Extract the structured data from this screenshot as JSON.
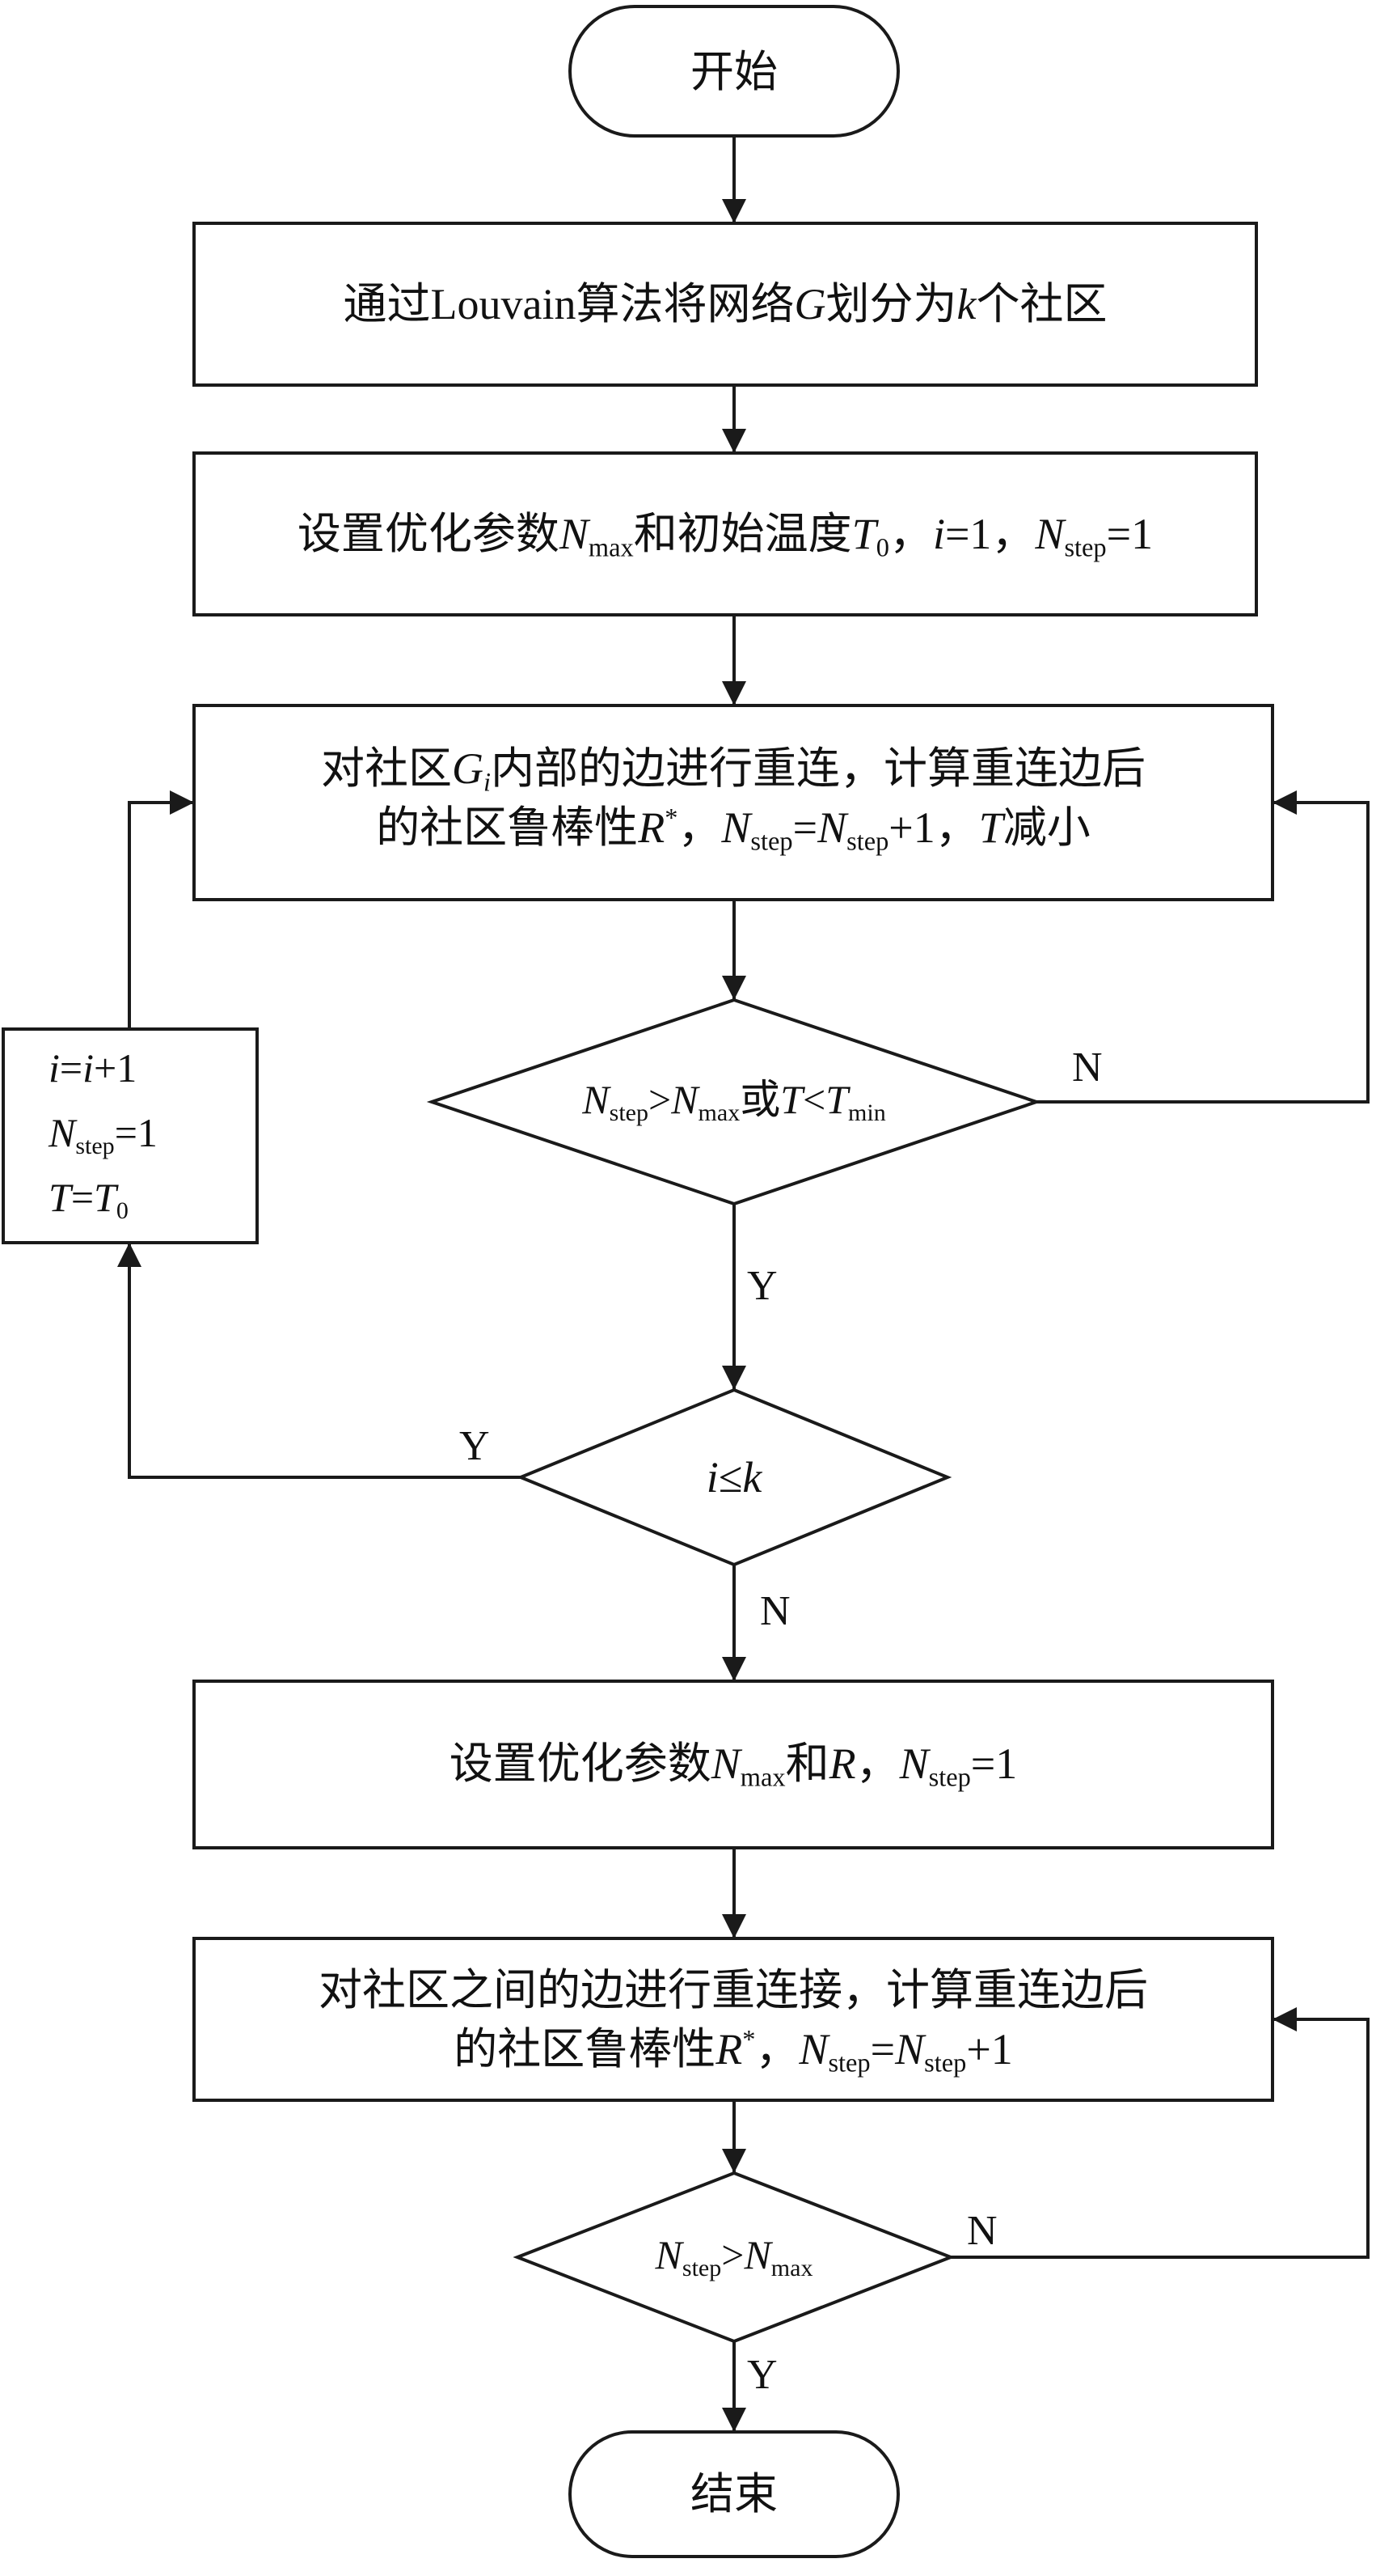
{
  "nodes": {
    "start": {
      "text": "开始"
    },
    "louvain": {
      "p1": "通过Louvain算法将网络",
      "v1": "G",
      "p2": "划分为",
      "v2": "k",
      "p3": "个社区"
    },
    "init": {
      "p1": "设置优化参数",
      "v1": "N",
      "s1": "max",
      "p2": "和初始温度",
      "v2": "T",
      "s2": "0",
      "p3": "，",
      "v3": "i",
      "p4": "=1，",
      "v4": "N",
      "s4": "step",
      "p5": "=1"
    },
    "rewire_inner": {
      "l1_p1": "对社区",
      "l1_v1": "G",
      "l1_s1": "i",
      "l1_p2": "内部的边进行重连，计算重连边后",
      "l2_p1": "的社区鲁棒性",
      "l2_v1": "R",
      "l2_sup": "*",
      "l2_p2": "，",
      "l2_v2": "N",
      "l2_s2": "step",
      "l2_p3": "=",
      "l2_v3": "N",
      "l2_s3": "step",
      "l2_p4": "+1，",
      "l2_v4": "T",
      "l2_p5": "减小"
    },
    "cond_inner": {
      "v1": "N",
      "s1": "step",
      "p1": ">",
      "v2": "N",
      "s2": "max",
      "p2": "或",
      "v3": "T",
      "p3": "<",
      "v4": "T",
      "s4": "min"
    },
    "reset": {
      "l1_v1": "i",
      "l1_p1": "=",
      "l1_v2": "i",
      "l1_p2": "+1",
      "l2_v1": "N",
      "l2_s1": "step",
      "l2_p1": "=1",
      "l3_v1": "T",
      "l3_p1": "=",
      "l3_v2": "T",
      "l3_s2": "0"
    },
    "cond_k": {
      "v1": "i",
      "p1": "≤",
      "v2": "k"
    },
    "init2": {
      "p1": "设置优化参数",
      "v1": "N",
      "s1": "max",
      "p2": "和",
      "v2": "R",
      "p3": "，",
      "v3": "N",
      "s3": "step",
      "p4": "=1"
    },
    "rewire_inter": {
      "l1": "对社区之间的边进行重连接，计算重连边后",
      "l2_p1": "的社区鲁棒性",
      "l2_v1": "R",
      "l2_sup": "*",
      "l2_p2": "，",
      "l2_v2": "N",
      "l2_s2": "step",
      "l2_p3": "=",
      "l2_v3": "N",
      "l2_s3": "step",
      "l2_p4": "+1"
    },
    "cond_final": {
      "v1": "N",
      "s1": "step",
      "p1": ">",
      "v2": "N",
      "s2": "max"
    },
    "end": {
      "text": "结束"
    }
  },
  "edge_labels": {
    "inner_no": "N",
    "inner_yes": "Y",
    "k_yes": "Y",
    "k_no": "N",
    "final_no": "N",
    "final_yes": "Y"
  }
}
